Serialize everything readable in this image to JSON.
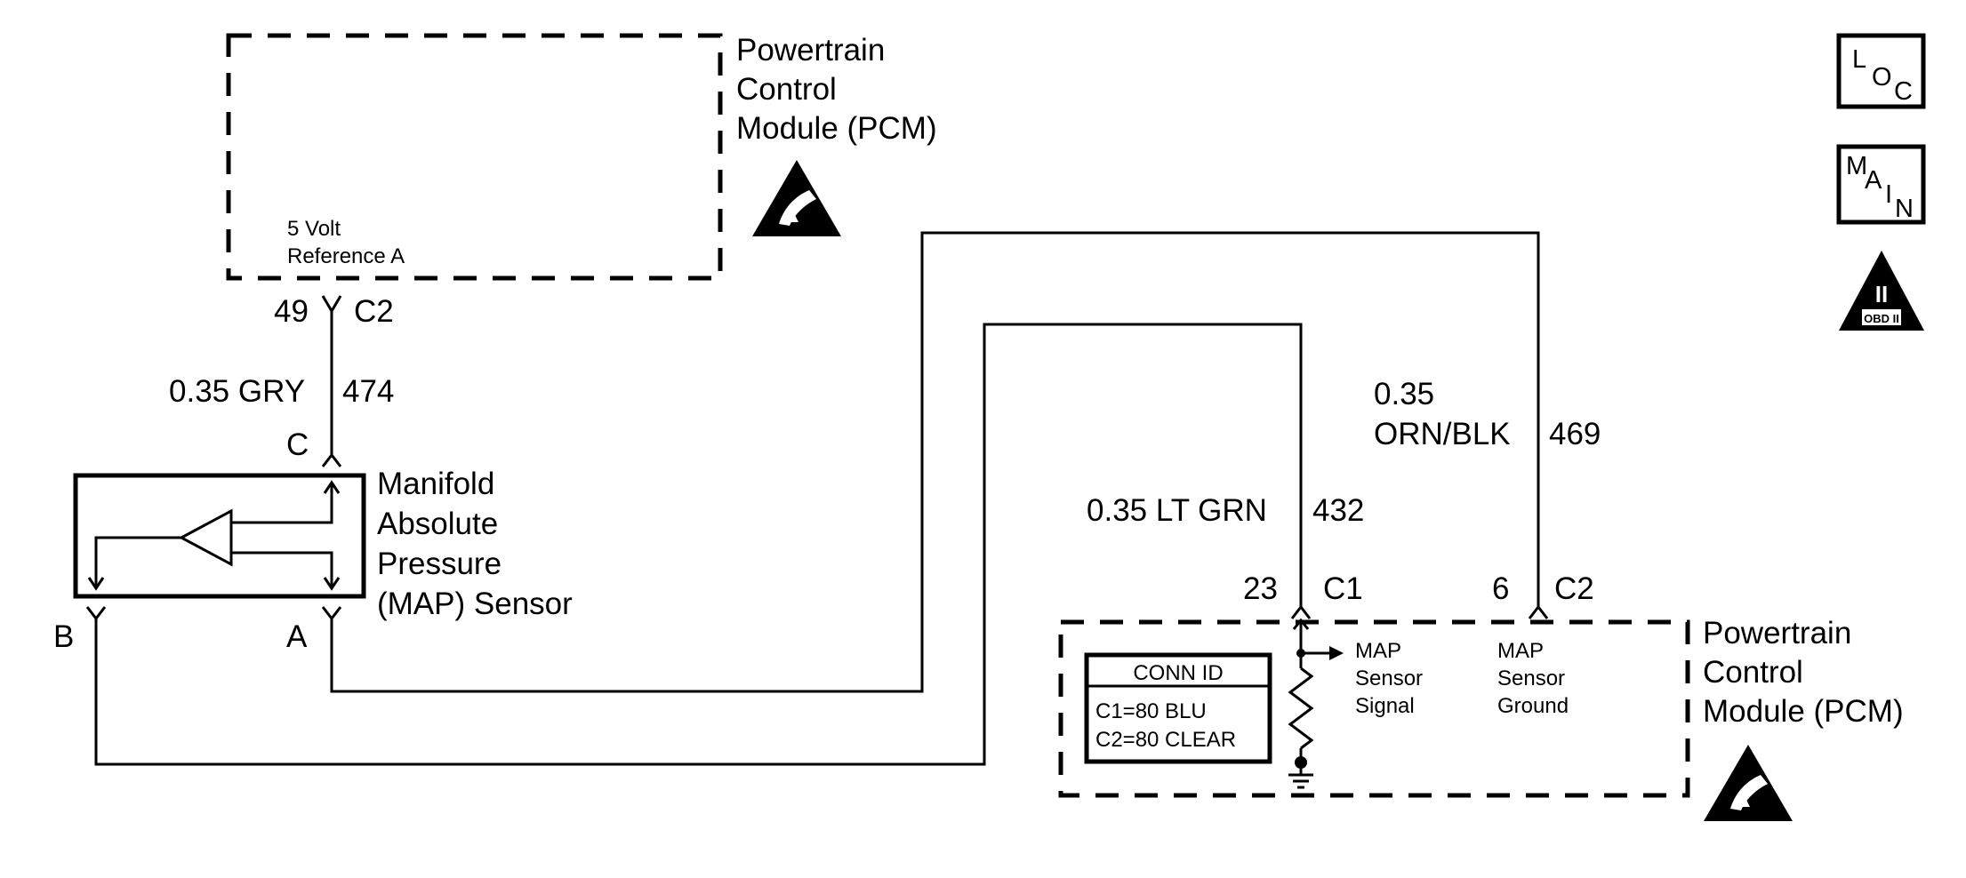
{
  "pcm_top": {
    "title_lines": [
      "Powertrain",
      "Control",
      "Module (PCM)"
    ],
    "circuit_lines": [
      "5 Volt",
      "Reference A"
    ],
    "pin": "49",
    "connector": "C2"
  },
  "wire_474": {
    "gauge_color": "0.35 GRY",
    "circuit": "474"
  },
  "map_sensor": {
    "name_lines": [
      "Manifold",
      "Absolute",
      "Pressure",
      "(MAP) Sensor"
    ],
    "terminal_c": "C",
    "terminal_b": "B",
    "terminal_a": "A"
  },
  "wire_469": {
    "gauge": "0.35",
    "color_circuit": "ORN/BLK",
    "circuit": "469"
  },
  "wire_432": {
    "gauge_color": "0.35 LT GRN",
    "circuit": "432"
  },
  "pcm_bottom": {
    "title_lines": [
      "Powertrain",
      "Control",
      "Module (PCM)"
    ],
    "pin_signal": "23",
    "conn_signal": "C1",
    "pin_ground": "6",
    "conn_ground": "C2",
    "signal_lines": [
      "MAP",
      "Sensor",
      "Signal"
    ],
    "ground_lines": [
      "MAP",
      "Sensor",
      "Ground"
    ]
  },
  "conn_id": {
    "title": "CONN ID",
    "rows": [
      "C1=80 BLU",
      "C2=80 CLEAR"
    ]
  },
  "badges": {
    "loc": [
      "L",
      "O",
      "C"
    ],
    "main": [
      "M",
      "A",
      "I",
      "N"
    ],
    "obd": {
      "numeral": "II",
      "label": "OBD II"
    }
  }
}
